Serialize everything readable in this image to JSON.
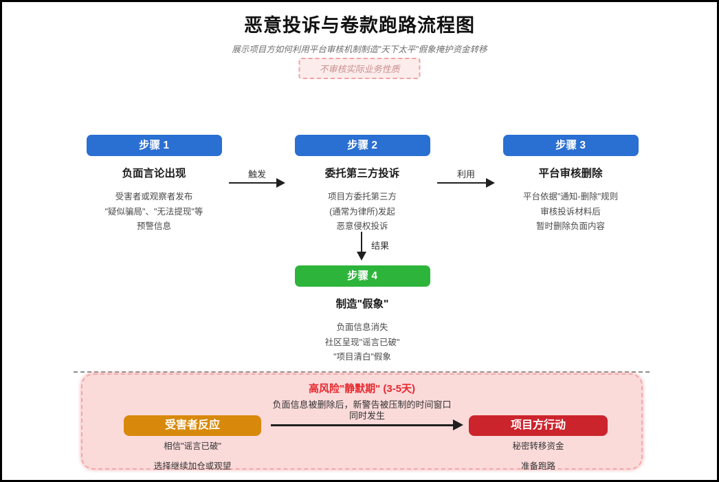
{
  "page": {
    "title": "恶意投诉与卷款跑路流程图",
    "subtitle": "展示项目方如何利用平台审核机制制造\"天下太平\"假象掩护资金转移",
    "warning_tag": "不审核实际业务性质"
  },
  "colors": {
    "step_blue": "#2a6fd2",
    "step_green": "#2db53b",
    "actor_orange": "#d8890b",
    "actor_red": "#cc242c",
    "risk_title_red": "#e8282d",
    "risk_panel_pink": "#fbdada"
  },
  "steps": [
    {
      "badge": "步骤 1",
      "title": "负面言论出现",
      "desc_lines": [
        "受害者或观察者发布",
        "\"疑似骗局\"、\"无法提现\"等",
        "预警信息"
      ]
    },
    {
      "badge": "步骤 2",
      "title": "委托第三方投诉",
      "desc_lines": [
        "项目方委托第三方",
        "(通常为律所)发起",
        "恶意侵权投诉"
      ]
    },
    {
      "badge": "步骤 3",
      "title": "平台审核删除",
      "desc_lines": [
        "平台依据\"通知-删除\"规则",
        "审核投诉材料后",
        "暂时删除负面内容"
      ]
    },
    {
      "badge": "步骤 4",
      "title": "制造\"假象\"",
      "desc_lines": [
        "负面信息消失",
        "社区呈现\"谣言已破\"",
        "\"项目清白\"假象"
      ]
    }
  ],
  "arrows": {
    "step1_to_step2": "触发",
    "step2_to_step3": "利用",
    "step2_to_step4": "结果"
  },
  "risk_panel": {
    "title": "高风险\"静默期\" (3-5天)",
    "subtitle": "负面信息被删除后，新警告被压制的时间窗口",
    "arrow_label": "同时发生",
    "left": {
      "badge": "受害者反应",
      "lines": [
        "相信\"谣言已破\"",
        "选择继续加仓或观望"
      ]
    },
    "right": {
      "badge": "项目方行动",
      "lines": [
        "秘密转移资金",
        "准备跑路"
      ]
    }
  }
}
